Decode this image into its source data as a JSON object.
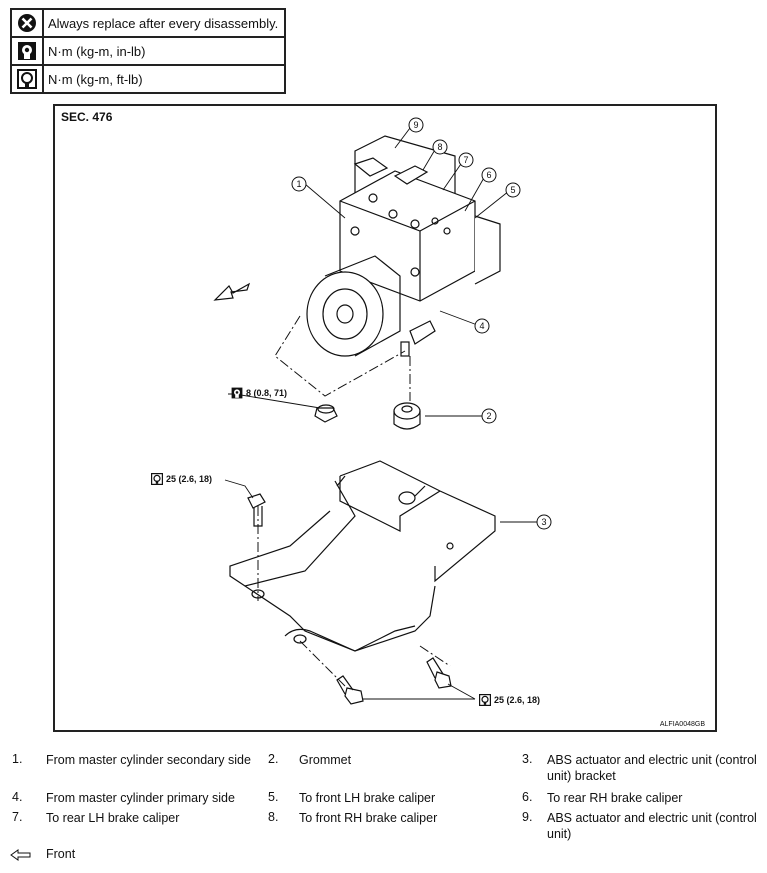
{
  "legend": [
    {
      "icon": "replace-x-icon",
      "text": "Always replace after every disassembly."
    },
    {
      "icon": "torque-small-icon",
      "text": "N·m (kg-m, in-lb)"
    },
    {
      "icon": "torque-large-icon",
      "text": "N·m (kg-m, ft-lb)"
    }
  ],
  "figure": {
    "section": "SEC. 476",
    "code": "ALFIA0048GB",
    "callouts": [
      "1",
      "2",
      "3",
      "4",
      "5",
      "6",
      "7",
      "8",
      "9"
    ],
    "torques": {
      "t1": "8 (0.8, 71)",
      "t2": "25 (2.6, 18)",
      "t3": "25 (2.6, 18)"
    }
  },
  "parts": [
    {
      "num": "1.",
      "text": "From master cylinder secondary side"
    },
    {
      "num": "2.",
      "text": "Grommet"
    },
    {
      "num": "3.",
      "text": "ABS actuator and electric unit (control unit) bracket"
    },
    {
      "num": "4.",
      "text": "From master cylinder primary side"
    },
    {
      "num": "5.",
      "text": "To front LH brake caliper"
    },
    {
      "num": "6.",
      "text": "To rear RH brake caliper"
    },
    {
      "num": "7.",
      "text": "To rear LH brake caliper"
    },
    {
      "num": "8.",
      "text": "To front RH brake caliper"
    },
    {
      "num": "9.",
      "text": "ABS actuator and electric unit (control unit)"
    }
  ],
  "front_legend": {
    "icon": "front-arrow-icon",
    "text": "Front"
  }
}
